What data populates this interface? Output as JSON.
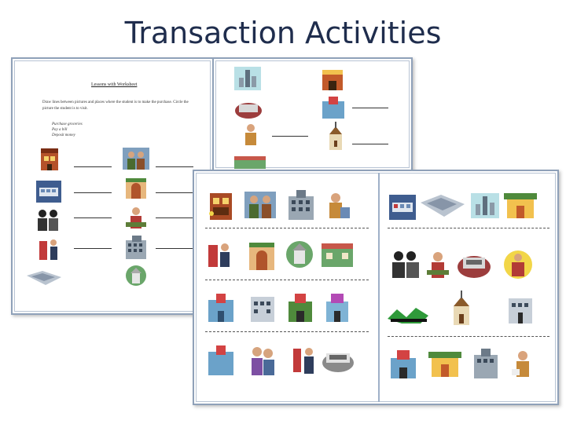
{
  "slide": {
    "title": "Transaction Activities"
  },
  "worksheet_1": {
    "title": "Lessons with Worksheet",
    "instructions": "Draw lines between pictures and places where the student is to make the purchase. Circle the picture the student is to visit.",
    "list": [
      "Purchase groceries",
      "Pay a bill",
      "Deposit money"
    ]
  },
  "worksheet_2": {},
  "worksheet_3": {},
  "icons": [
    "store-icon",
    "people-icon",
    "city-icon",
    "cashier-icon",
    "bank-icon",
    "restaurant-icon",
    "church-icon",
    "bus-icon",
    "hospital-icon",
    "mall-icon"
  ]
}
